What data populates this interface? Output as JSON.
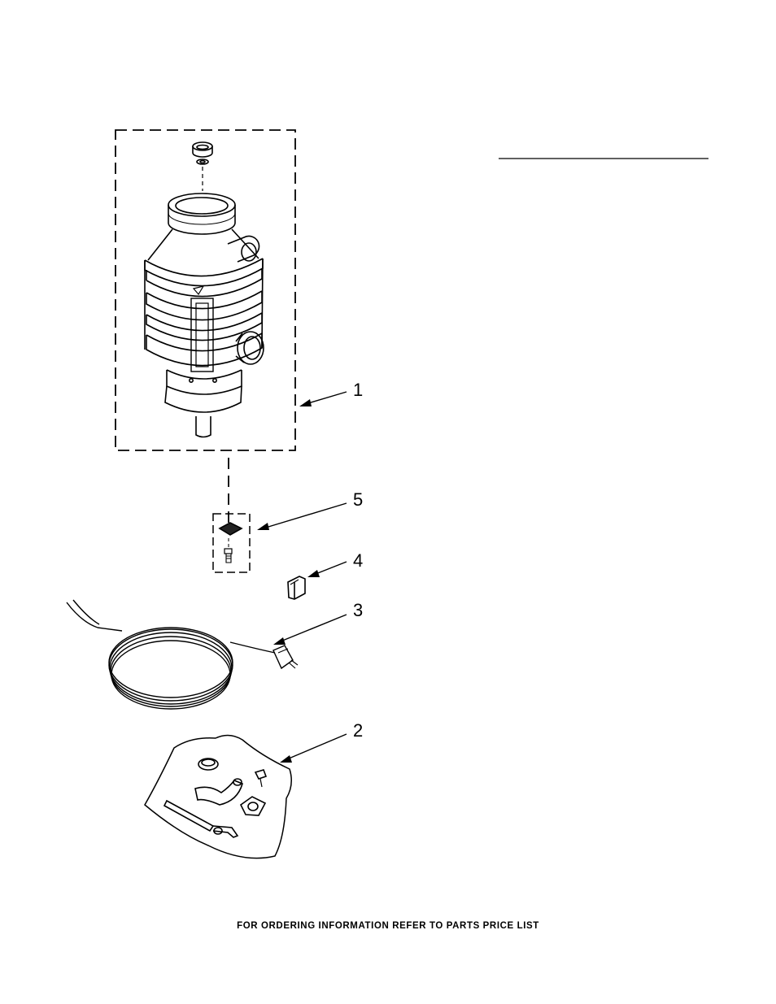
{
  "callouts": {
    "c1": "1",
    "c2": "2",
    "c3": "3",
    "c4": "4",
    "c5": "5"
  },
  "footer": {
    "text": "FOR ORDERING INFORMATION REFER TO PARTS PRICE LIST"
  },
  "colors": {
    "line": "#000000",
    "background": "#ffffff",
    "shade": "#e6e6e6"
  }
}
